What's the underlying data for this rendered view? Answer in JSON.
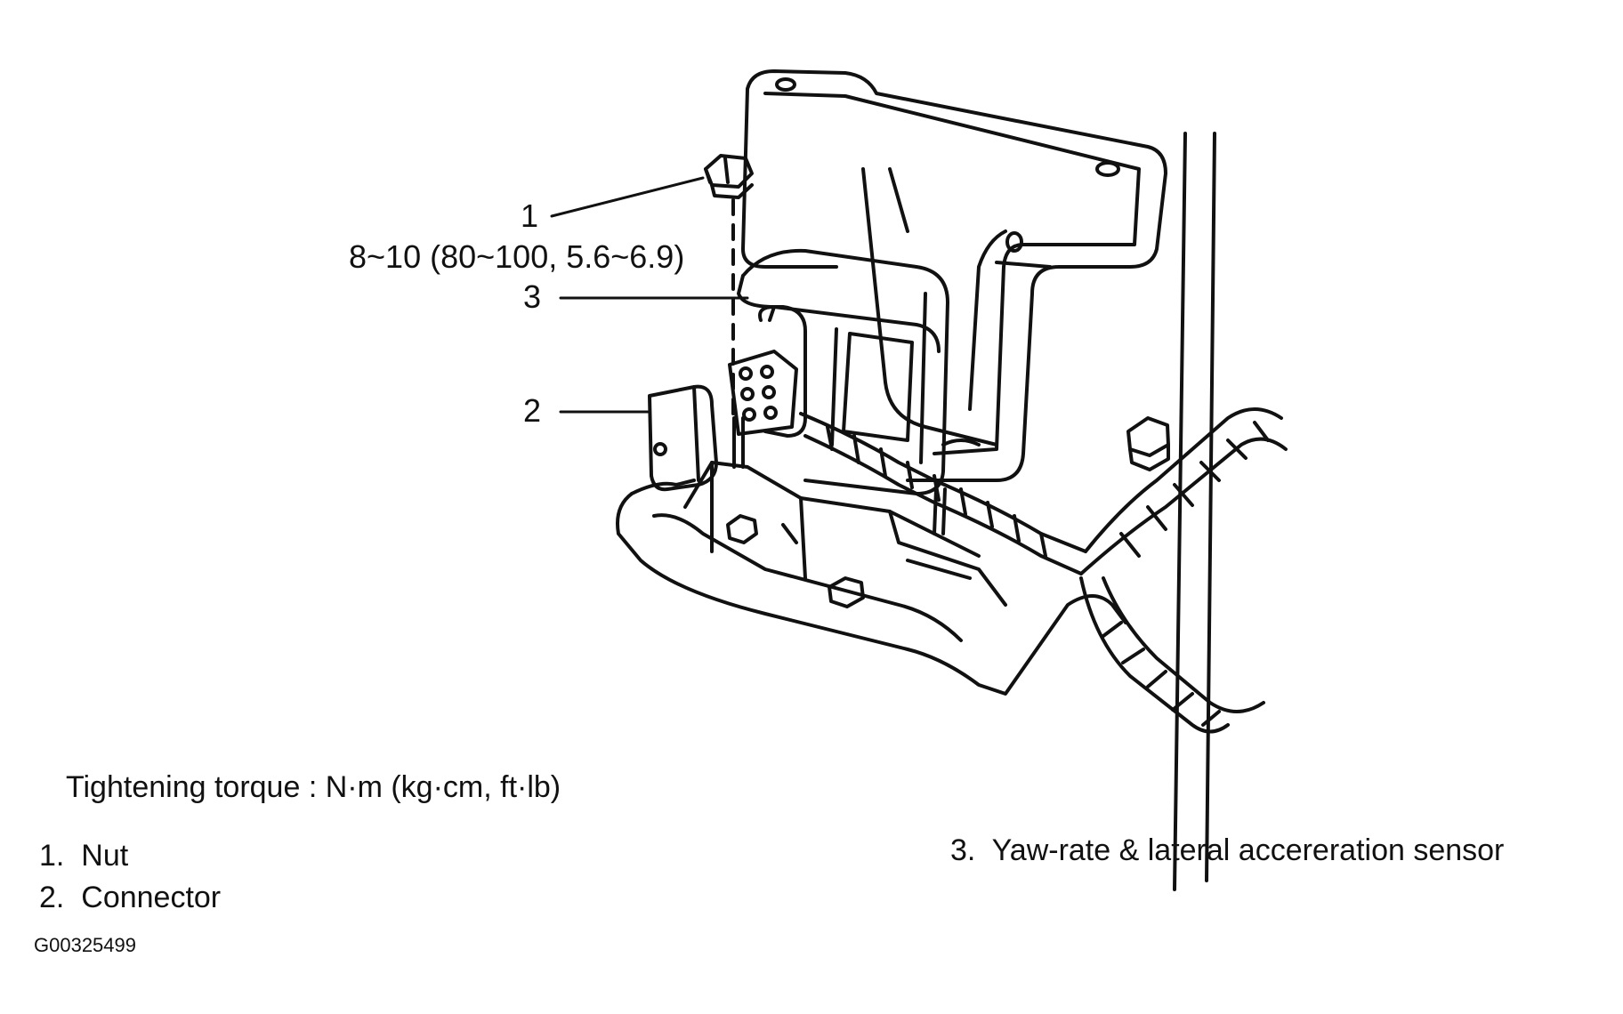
{
  "callouts": [
    {
      "number": "1",
      "spec": "8~10 (80~100, 5.6~6.9)"
    },
    {
      "number": "3"
    },
    {
      "number": "2"
    }
  ],
  "torque_note": "Tightening torque : N·m (kg·cm, ft·lb)",
  "legend": [
    {
      "number": "1.",
      "text": "Nut"
    },
    {
      "number": "2.",
      "text": "Connector"
    },
    {
      "number": "3.",
      "text": "Yaw-rate & lateral accereration sensor"
    }
  ],
  "figure_code": "G00325499",
  "icons": [
    "nut-icon",
    "connector-icon",
    "sensor-icon",
    "bracket-icon",
    "wire-harness-icon"
  ]
}
